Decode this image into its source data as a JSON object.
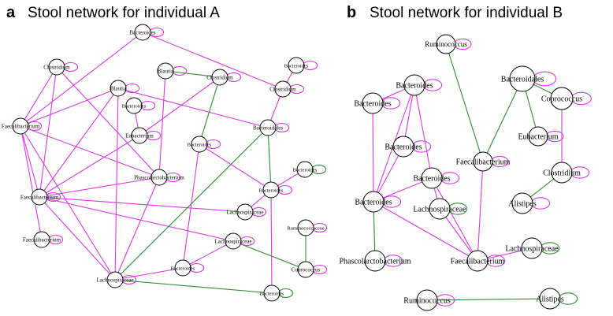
{
  "colors": {
    "magenta": "#d63be0",
    "green": "#2e8b2e",
    "node_stroke": "#000000"
  },
  "panels": [
    {
      "letter": "a",
      "title": "Stool network for individual A",
      "nodes": [
        {
          "id": "a_bact_top",
          "label": "Bacteroides",
          "loop": "magenta"
        },
        {
          "id": "a_clos1",
          "label": "Clostridium",
          "loop": "magenta"
        },
        {
          "id": "a_blautia1",
          "label": "Blautia",
          "loop": "magenta"
        },
        {
          "id": "a_blautia2",
          "label": "Blautia",
          "loop": "magenta"
        },
        {
          "id": "a_clos2",
          "label": "Clostridium",
          "loop": "magenta"
        },
        {
          "id": "a_bact_r",
          "label": "Bacteroides",
          "loop": "magenta"
        },
        {
          "id": "a_clos3",
          "label": "Clostridium",
          "loop": "magenta"
        },
        {
          "id": "a_bact2",
          "label": "Bacteroides",
          "loop": "magenta"
        },
        {
          "id": "a_faec1",
          "label": "Faecalibacterium",
          "loop": "magenta"
        },
        {
          "id": "a_eubact",
          "label": "Eubacterium",
          "loop": "magenta"
        },
        {
          "id": "a_bacteroidales",
          "label": "Bacteroidales",
          "loop": "magenta"
        },
        {
          "id": "a_bact3",
          "label": "Bacteroides",
          "loop": "magenta"
        },
        {
          "id": "a_bact4",
          "label": "Bacteroides",
          "loop": "green"
        },
        {
          "id": "a_phasc",
          "label": "Phascolarctobacterium",
          "loop": "magenta"
        },
        {
          "id": "a_faec2",
          "label": "Faecalibacterium",
          "loop": "magenta"
        },
        {
          "id": "a_bact5",
          "label": "Bacteroides",
          "loop": "magenta"
        },
        {
          "id": "a_lachnosp1",
          "label": "Lachnospiraceae",
          "loop": "magenta"
        },
        {
          "id": "a_rumino",
          "label": "Ruminococcaceae",
          "loop": "magenta"
        },
        {
          "id": "a_faec3",
          "label": "Faecalibacterium",
          "loop": "magenta"
        },
        {
          "id": "a_lachnosp2",
          "label": "Lachnospiraceae",
          "loop": "magenta"
        },
        {
          "id": "a_bact6",
          "label": "Bacteroides",
          "loop": "magenta"
        },
        {
          "id": "a_coproc",
          "label": "Coprococcus",
          "loop": "magenta"
        },
        {
          "id": "a_lachnosp3",
          "label": "Lachnospiraceae",
          "loop": "magenta"
        },
        {
          "id": "a_bact7",
          "label": "Bacteroides",
          "loop": "green"
        }
      ],
      "edges": [
        [
          "a_bact_top",
          "a_faec1",
          "magenta"
        ],
        [
          "a_bact_top",
          "a_clos3",
          "magenta"
        ],
        [
          "a_clos1",
          "a_faec1",
          "magenta"
        ],
        [
          "a_clos1",
          "a_faec2",
          "magenta"
        ],
        [
          "a_clos1",
          "a_phasc",
          "magenta"
        ],
        [
          "a_faec1",
          "a_blautia1",
          "magenta"
        ],
        [
          "a_faec1",
          "a_faec2",
          "magenta"
        ],
        [
          "a_faec1",
          "a_faec3",
          "magenta"
        ],
        [
          "a_faec1",
          "a_phasc",
          "magenta"
        ],
        [
          "a_faec1",
          "a_lachnosp3",
          "magenta"
        ],
        [
          "a_blautia1",
          "a_faec2",
          "magenta"
        ],
        [
          "a_blautia1",
          "a_lachnosp3",
          "magenta"
        ],
        [
          "a_blautia1",
          "a_bacteroidales",
          "magenta"
        ],
        [
          "a_blautia2",
          "a_clos2",
          "green"
        ],
        [
          "a_blautia2",
          "a_phasc",
          "magenta"
        ],
        [
          "a_clos2",
          "a_bact3",
          "green"
        ],
        [
          "a_clos2",
          "a_eubact",
          "magenta"
        ],
        [
          "a_bact2",
          "a_eubact",
          "magenta"
        ],
        [
          "a_eubact",
          "a_faec2",
          "magenta"
        ],
        [
          "a_clos3",
          "a_bacteroidales",
          "magenta"
        ],
        [
          "a_clos3",
          "a_bact_r",
          "magenta"
        ],
        [
          "a_faec2",
          "a_phasc",
          "magenta"
        ],
        [
          "a_faec2",
          "a_lachnosp1",
          "magenta"
        ],
        [
          "a_faec2",
          "a_lachnosp2",
          "magenta"
        ],
        [
          "a_faec2",
          "a_lachnosp3",
          "magenta"
        ],
        [
          "a_bacteroidales",
          "a_bact5",
          "green"
        ],
        [
          "a_bacteroidales",
          "a_lachnosp3",
          "green"
        ],
        [
          "a_bact3",
          "a_bact5",
          "magenta"
        ],
        [
          "a_bact3",
          "a_bact6",
          "magenta"
        ],
        [
          "a_bact5",
          "a_bact4",
          "magenta"
        ],
        [
          "a_bact5",
          "a_lachnosp1",
          "magenta"
        ],
        [
          "a_bact5",
          "a_bact7",
          "magenta"
        ],
        [
          "a_phasc",
          "a_lachnosp3",
          "magenta"
        ],
        [
          "a_rumino",
          "a_coproc",
          "green"
        ],
        [
          "a_lachnosp2",
          "a_coproc",
          "green"
        ],
        [
          "a_lachnosp2",
          "a_bact6",
          "magenta"
        ],
        [
          "a_lachnosp3",
          "a_bact6",
          "magenta"
        ],
        [
          "a_lachnosp3",
          "a_bact7",
          "green"
        ]
      ]
    },
    {
      "letter": "b",
      "title": "Stool network for individual B",
      "nodes": [
        {
          "id": "b_rumino1",
          "label": "Ruminococcus",
          "loop": "magenta"
        },
        {
          "id": "b_bacteroidales",
          "label": "Bacteroidales",
          "loop": "magenta"
        },
        {
          "id": "b_bact1",
          "label": "Bacteroides",
          "loop": "magenta"
        },
        {
          "id": "b_bact2",
          "label": "Bacteroides",
          "loop": "magenta"
        },
        {
          "id": "b_coproc",
          "label": "Coprococcus",
          "loop": "magenta"
        },
        {
          "id": "b_bact3",
          "label": "Bacteroides",
          "loop": "magenta"
        },
        {
          "id": "b_eubact",
          "label": "Eubacterium",
          "loop": "magenta"
        },
        {
          "id": "b_faec1",
          "label": "Faecalibacterium",
          "loop": "magenta"
        },
        {
          "id": "b_clos",
          "label": "Clostridium",
          "loop": "magenta"
        },
        {
          "id": "b_bact4",
          "label": "Bacteroides",
          "loop": "magenta"
        },
        {
          "id": "b_alistipes1",
          "label": "Alistipes",
          "loop": "magenta"
        },
        {
          "id": "b_bact5",
          "label": "Bacteroides",
          "loop": "magenta"
        },
        {
          "id": "b_lachnosp1",
          "label": "Lachnospiraceae",
          "loop": "green"
        },
        {
          "id": "b_lachnosp2",
          "label": "Lachnospiraceae",
          "loop": "green"
        },
        {
          "id": "b_phasc",
          "label": "Phascolarctobacterium",
          "loop": "magenta"
        },
        {
          "id": "b_faec2",
          "label": "Faecalibacterium",
          "loop": "magenta"
        },
        {
          "id": "b_rumino2",
          "label": "Ruminococcus",
          "loop": "magenta"
        },
        {
          "id": "b_alistipes2",
          "label": "Alistipes",
          "loop": "green"
        }
      ],
      "edges": [
        [
          "b_rumino1",
          "b_faec1",
          "green"
        ],
        [
          "b_bacteroidales",
          "b_faec1",
          "green"
        ],
        [
          "b_bacteroidales",
          "b_eubact",
          "green"
        ],
        [
          "b_bacteroidales",
          "b_coproc",
          "green"
        ],
        [
          "b_bact1",
          "b_bact2",
          "magenta"
        ],
        [
          "b_bact1",
          "b_bact3",
          "magenta"
        ],
        [
          "b_bact1",
          "b_bact4",
          "magenta"
        ],
        [
          "b_bact1",
          "b_bact5",
          "magenta"
        ],
        [
          "b_bact2",
          "b_bact5",
          "magenta"
        ],
        [
          "b_bact3",
          "b_bact5",
          "magenta"
        ],
        [
          "b_bact4",
          "b_bact5",
          "magenta"
        ],
        [
          "b_bact4",
          "b_lachnosp1",
          "magenta"
        ],
        [
          "b_bact4",
          "b_faec2",
          "magenta"
        ],
        [
          "b_bact5",
          "b_phasc",
          "green"
        ],
        [
          "b_bact5",
          "b_faec2",
          "magenta"
        ],
        [
          "b_coproc",
          "b_clos",
          "magenta"
        ],
        [
          "b_clos",
          "b_alistipes1",
          "green"
        ],
        [
          "b_faec1",
          "b_faec2",
          "magenta"
        ],
        [
          "b_lachnosp1",
          "b_faec2",
          "magenta"
        ],
        [
          "b_lachnosp2",
          "b_faec2",
          "magenta"
        ],
        [
          "b_rumino2",
          "b_alistipes2",
          "green"
        ]
      ]
    }
  ]
}
